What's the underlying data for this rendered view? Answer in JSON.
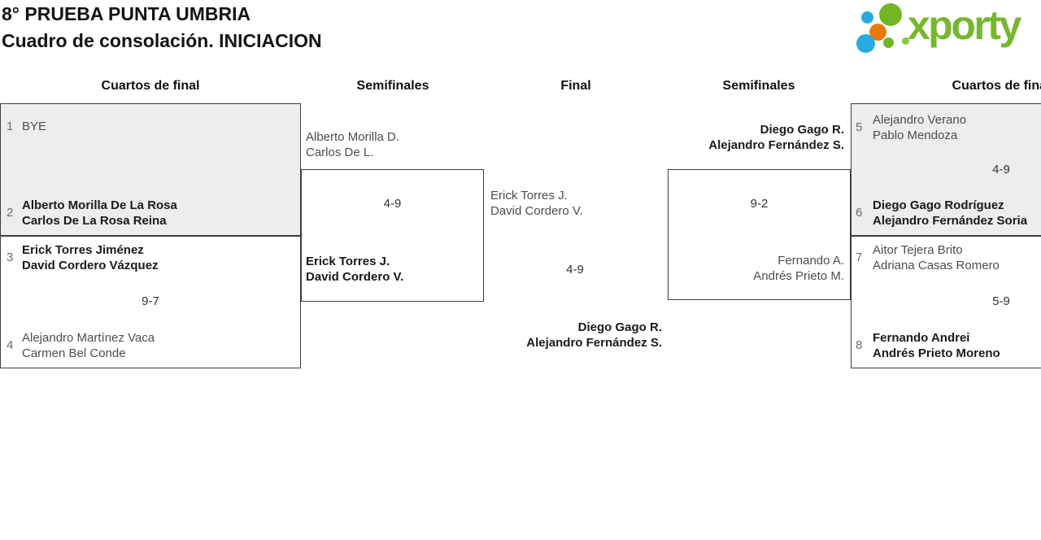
{
  "title": {
    "line1": "8° PRUEBA PUNTA UMBRIA",
    "line2": "Cuadro de consolación. INICIACION"
  },
  "logo": {
    "brand": "xporty",
    "colors": {
      "green": "#72b626",
      "blue": "#29a9e0",
      "orange": "#e8790e"
    }
  },
  "round_headers": [
    "Cuartos de final",
    "Semifinales",
    "Final",
    "Semifinales",
    "Cuartos de final"
  ],
  "bracket": {
    "qf_left_1": {
      "seed_top": "1",
      "top": {
        "line1": "BYE"
      },
      "seed_bottom": "2",
      "bottom": {
        "line1": "Alberto Morilla De La Rosa",
        "line2": "Carlos De La Rosa Reina"
      }
    },
    "qf_left_2": {
      "seed_top": "3",
      "top": {
        "line1": "Erick Torres Jiménez",
        "line2": "David Cordero Vázquez"
      },
      "score": "9-7",
      "seed_bottom": "4",
      "bottom": {
        "line1": "Alejandro Martínez Vaca",
        "line2": "Carmen Bel Conde"
      }
    },
    "sf_left": {
      "top": {
        "line1": "Alberto Morilla D.",
        "line2": "Carlos De L."
      },
      "score": "4-9",
      "bottom": {
        "line1": "Erick Torres J.",
        "line2": "David Cordero V."
      }
    },
    "final": {
      "top": {
        "line1": "Erick Torres J.",
        "line2": "David Cordero V."
      },
      "score": "4-9",
      "bottom": {
        "line1": "Diego Gago R.",
        "line2": "Alejandro Fernández S."
      }
    },
    "sf_right": {
      "top": {
        "line1": "Diego Gago R.",
        "line2": "Alejandro Fernández S."
      },
      "score": "9-2",
      "bottom": {
        "line1": "Fernando A.",
        "line2": "Andrés Prieto M."
      }
    },
    "qf_right_1": {
      "seed_top": "5",
      "top": {
        "line1": "Alejandro Verano",
        "line2": "Pablo Mendoza"
      },
      "score": "4-9",
      "seed_bottom": "6",
      "bottom": {
        "line1": "Diego Gago Rodríguez",
        "line2": "Alejandro Fernández Soria"
      }
    },
    "qf_right_2": {
      "seed_top": "7",
      "top": {
        "line1": "Aitor Tejera Brito",
        "line2": "Adriana Casas Romero"
      },
      "score": "5-9",
      "seed_bottom": "8",
      "bottom": {
        "line1": "Fernando Andrei",
        "line2": "Andrés Prieto Moreno"
      }
    }
  }
}
